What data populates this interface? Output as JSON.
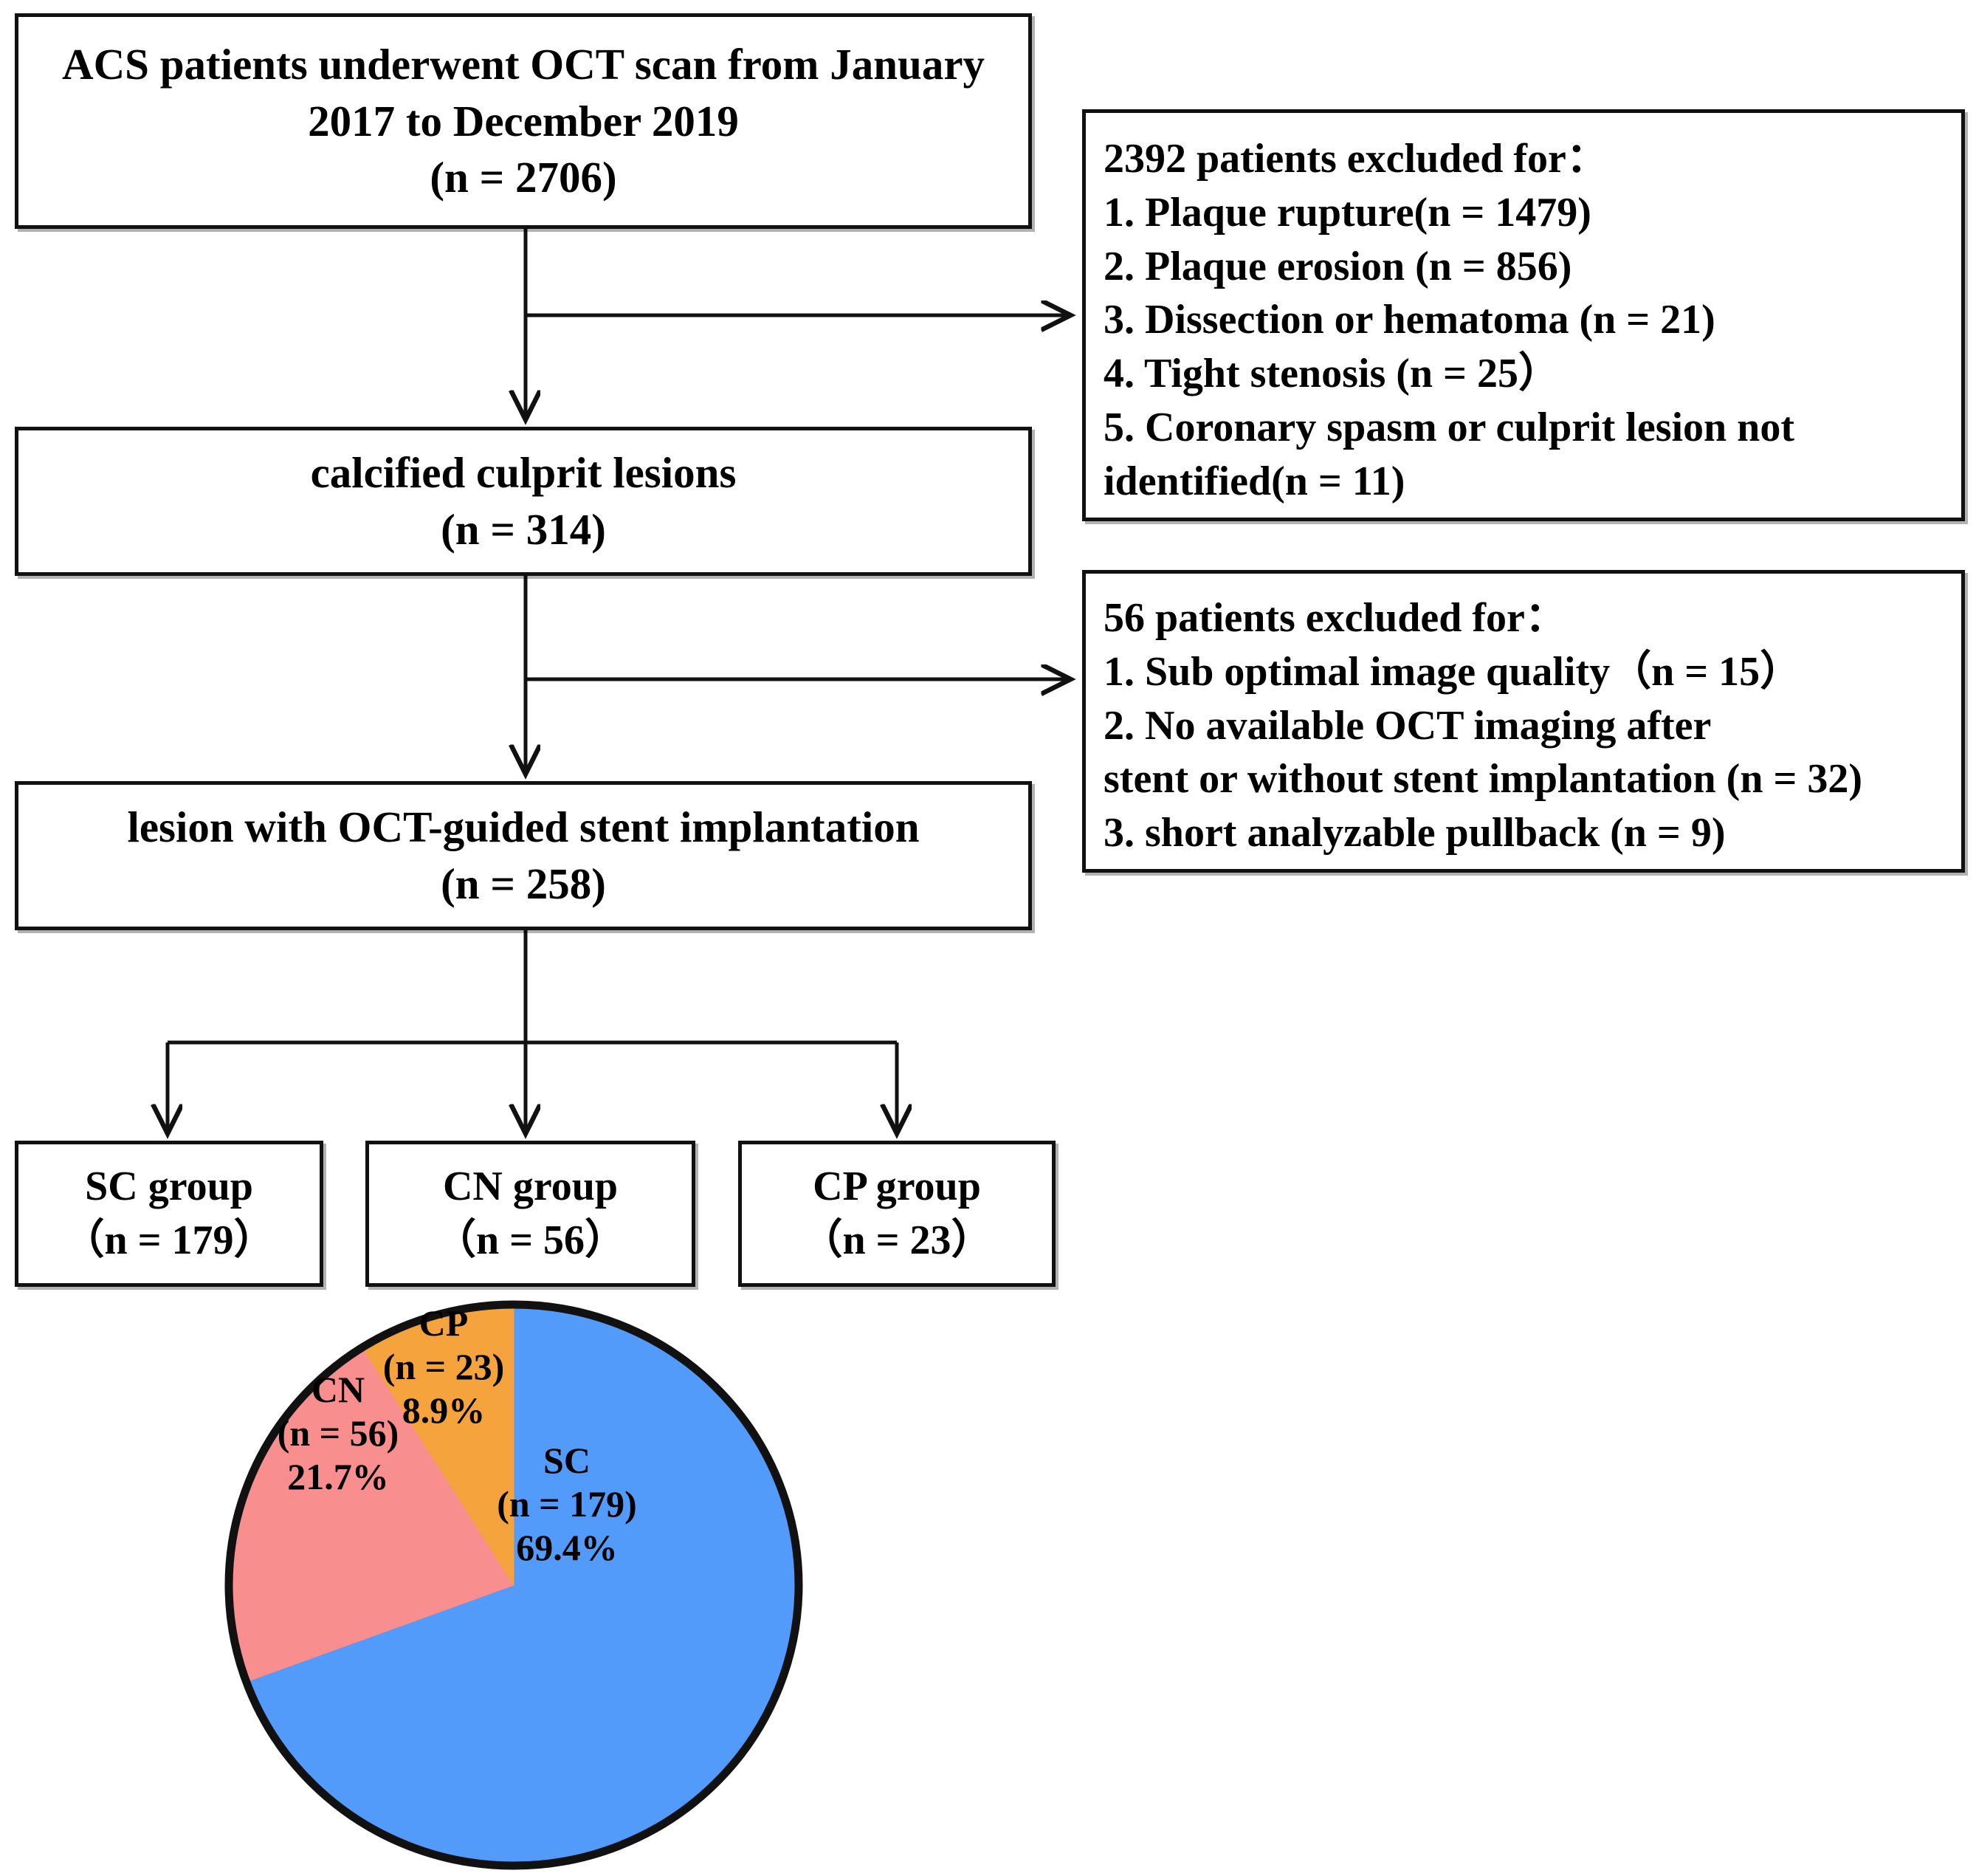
{
  "flow": {
    "screened": {
      "lines": [
        "ACS patients underwent OCT scan from January",
        "2017 to December 2019",
        "(n = 2706)"
      ]
    },
    "calcified": {
      "lines": [
        "calcified culprit lesions",
        "(n = 314)"
      ]
    },
    "stent": {
      "lines": [
        "lesion with OCT-guided stent implantation",
        "(n = 258)"
      ]
    },
    "exclusion_1": {
      "lines": [
        "2392 patients excluded for：",
        "1. Plaque rupture(n = 1479)",
        "2. Plaque erosion (n = 856)",
        "3. Dissection or hematoma (n = 21)",
        "4. Tight stenosis  (n = 25）",
        "5. Coronary spasm or culprit lesion not",
        "identified(n = 11)"
      ]
    },
    "exclusion_2": {
      "lines": [
        "56 patients excluded for：",
        "1. Sub optimal image quality（n = 15）",
        "2. No available OCT imaging after",
        "stent or without stent implantation (n = 32)",
        "3. short analyzable pullback (n = 9)"
      ]
    },
    "group_sc": {
      "lines": [
        "SC group",
        "（n = 179）"
      ]
    },
    "group_cn": {
      "lines": [
        "CN group",
        "（n = 56）"
      ]
    },
    "group_cp": {
      "lines": [
        "CP group",
        "（n = 23）"
      ]
    }
  },
  "chart_data": {
    "type": "pie",
    "title": "",
    "total": 258,
    "start_angle_deg": 0,
    "direction": "clockwise",
    "legend": "inside-slices",
    "slices": [
      {
        "name": "SC",
        "label": "SC",
        "count_label": "(n = 179)",
        "percent_label": "69.4%",
        "value": 179,
        "percent": 69.4,
        "color": "#539BFA"
      },
      {
        "name": "CN",
        "label": "CN",
        "count_label": "(n = 56)",
        "percent_label": "21.7%",
        "value": 56,
        "percent": 21.7,
        "color": "#F98E8E"
      },
      {
        "name": "CP",
        "label": "CP",
        "count_label": "(n = 23)",
        "percent_label": "8.9%",
        "value": 23,
        "percent": 8.9,
        "color": "#F5A33C"
      }
    ]
  },
  "colors": {
    "stroke": "#111111",
    "background": "#FFFFFF",
    "sc": "#539BFA",
    "cn": "#F98E8E",
    "cp": "#F5A33C"
  }
}
